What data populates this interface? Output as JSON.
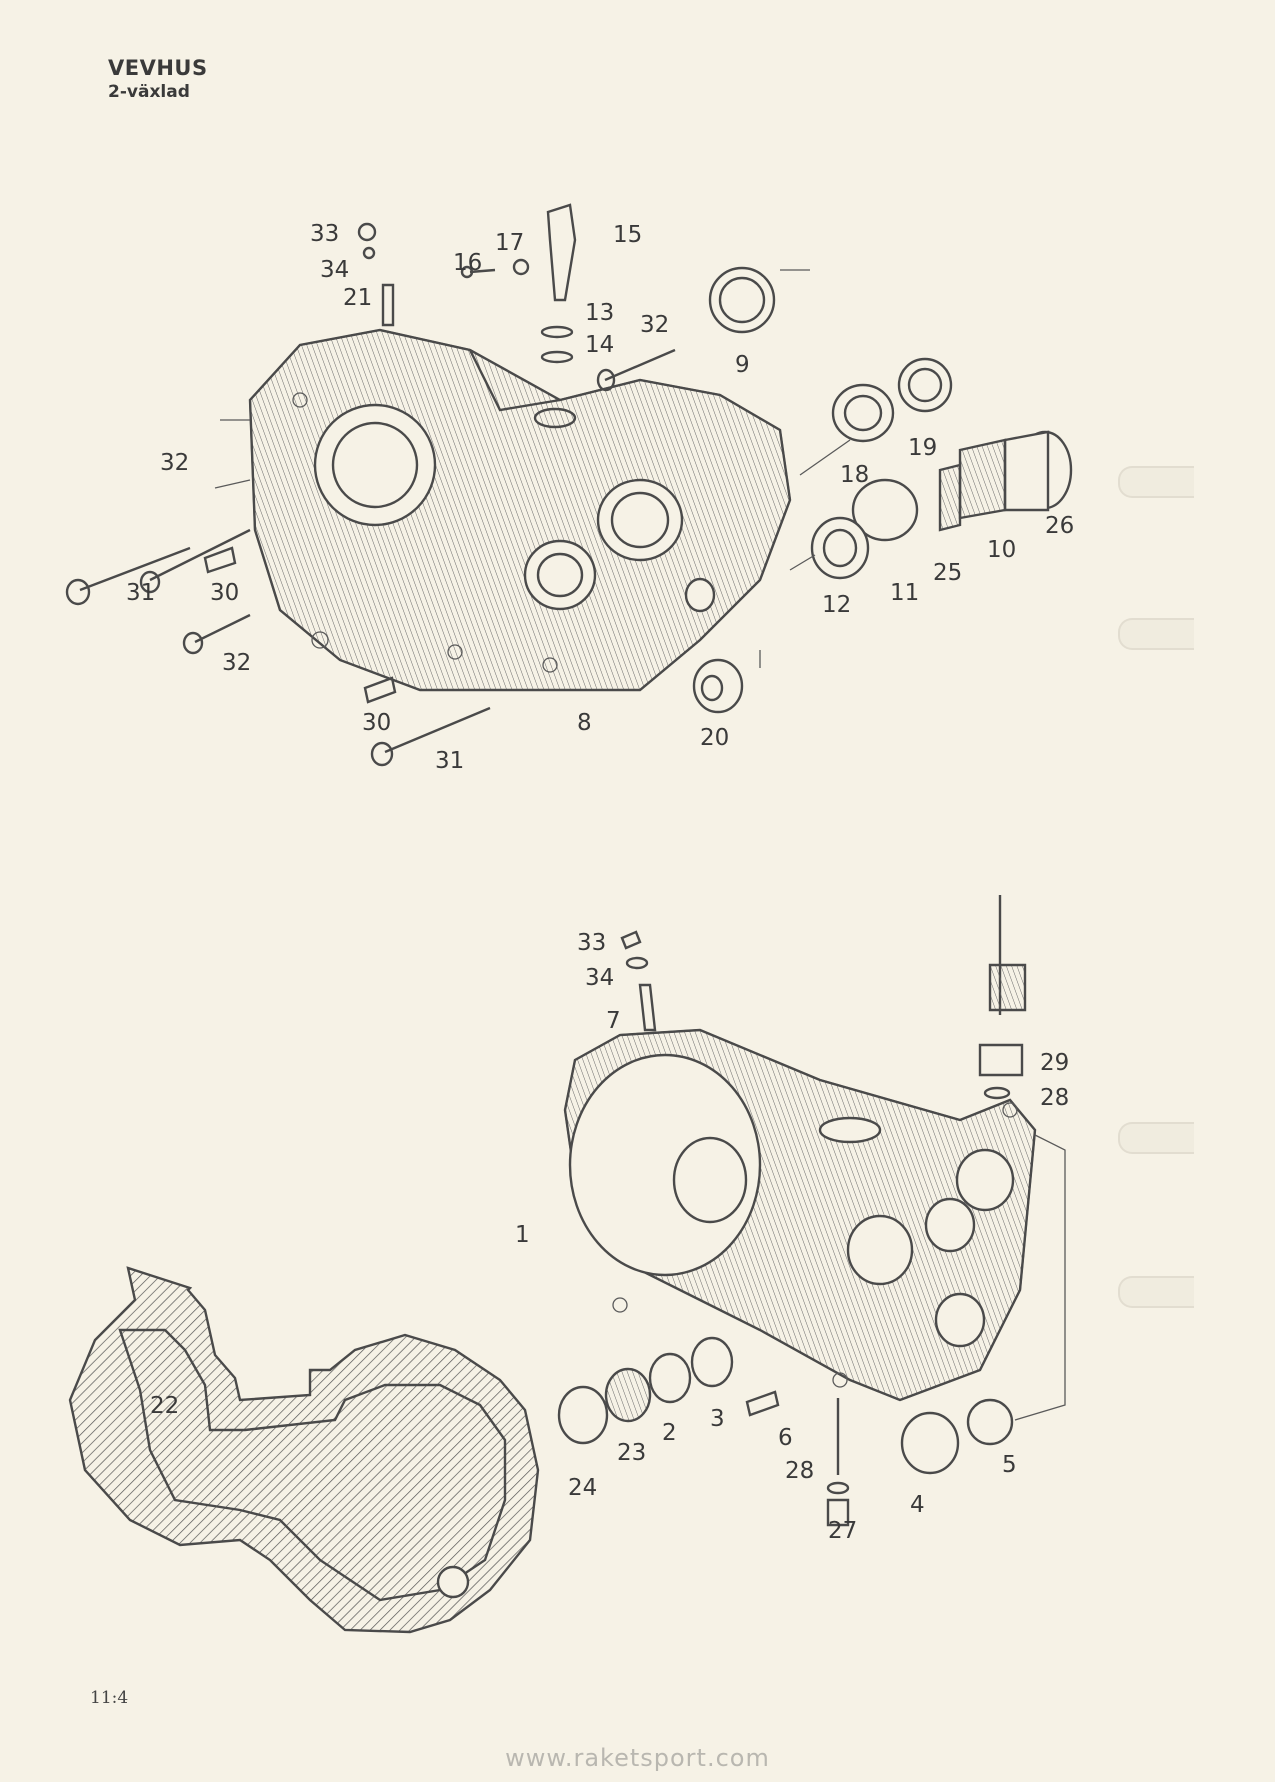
{
  "header": {
    "title": "VEVHUS",
    "subtitle": "2-växlad"
  },
  "footer": {
    "page_number": "11:4",
    "watermark": "www.raketsport.com"
  },
  "upper_diagram": {
    "callouts": [
      "33",
      "34",
      "21",
      "16",
      "17",
      "15",
      "13",
      "14",
      "32",
      "9",
      "32",
      "18",
      "19",
      "31",
      "30",
      "32",
      "12",
      "11",
      "25",
      "10",
      "26",
      "30",
      "31",
      "8",
      "20"
    ]
  },
  "lower_diagram": {
    "callouts": [
      "33",
      "34",
      "7",
      "29",
      "28",
      "1",
      "22",
      "24",
      "23",
      "2",
      "3",
      "6",
      "28",
      "27",
      "4",
      "5"
    ]
  }
}
